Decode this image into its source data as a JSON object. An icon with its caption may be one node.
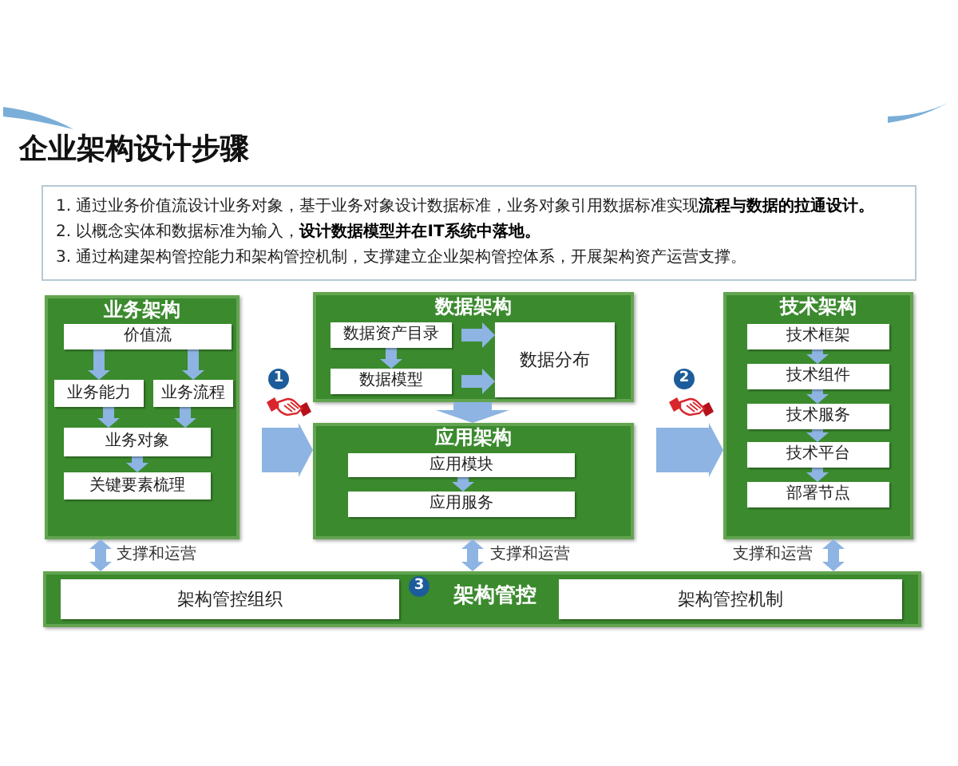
{
  "diagram": {
    "title": "企业架构设计步骤",
    "nodes": [
      {
        "text": [
          "1. 通过业务价值流设计业务对象，基于业务对象设计数据标准，业务对象引用数据标准实现**流程与数据的拉通设计。**",
          "2. 以概念实体和数据标准为输入，**设计数据模型并在IT系统中落地。**",
          "3. 通过构建架构管控能力和架构管控机制，支撑建立企业架构管控体系，开展架构资产运营支撑。"
        ]
      },
      {
        "text": [
          "业务架构"
        ]
      },
      {
        "text": [
          "价值流"
        ],
        "in": 1
      },
      {
        "text": [
          "业务能力"
        ],
        "in": 1
      },
      {
        "text": [
          "业务流程"
        ],
        "in": 1
      },
      {
        "text": [
          "业务对象"
        ],
        "in": 1
      },
      {
        "text": [
          "关键要素梳理"
        ],
        "in": 1
      },
      {
        "text": [
          "1"
        ]
      },
      {
        "text": [
          "数据架构"
        ]
      },
      {
        "text": [
          "数据资产目录"
        ],
        "in": 8
      },
      {
        "text": [
          "数据分布"
        ],
        "in": 8
      },
      {
        "text": [
          "数据模型"
        ],
        "in": 8
      },
      {
        "text": [
          "应用架构"
        ]
      },
      {
        "text": [
          "应用模块"
        ],
        "in": 12
      },
      {
        "text": [
          "应用服务"
        ],
        "in": 12
      },
      {
        "text": [
          "2"
        ]
      },
      {
        "text": [
          "技术架构"
        ]
      },
      {
        "text": [
          "技术框架"
        ],
        "in": 16
      },
      {
        "text": [
          "技术组件"
        ],
        "in": 16
      },
      {
        "text": [
          "技术服务"
        ],
        "in": 16
      },
      {
        "text": [
          "技术平台"
        ],
        "in": 16
      },
      {
        "text": [
          "部署节点"
        ],
        "in": 16
      },
      {
        "text": [
          "架构管控"
        ]
      },
      {
        "text": [
          "架构管控组织"
        ],
        "in": 22
      },
      {
        "text": [
          "3"
        ],
        "in": 22
      },
      {
        "text": [
          "架构管控机制"
        ],
        "in": 22
      }
    ],
    "edges": [
      {
        "from": 2,
        "to": 3,
        "arrow": "to"
      },
      {
        "from": 2,
        "to": 4,
        "arrow": "to"
      },
      {
        "from": 3,
        "to": 5,
        "arrow": "to"
      },
      {
        "from": 4,
        "to": 5,
        "arrow": "to"
      },
      {
        "from": 5,
        "to": 6,
        "arrow": "to"
      },
      {
        "from": 1,
        "to": 12,
        "arrow": "to"
      },
      {
        "from": 9,
        "to": 11,
        "arrow": "to"
      },
      {
        "from": 9,
        "to": 10,
        "arrow": "to"
      },
      {
        "from": 11,
        "to": 10,
        "arrow": "to"
      },
      {
        "from": 8,
        "to": 12,
        "arrow": "to"
      },
      {
        "from": 13,
        "to": 14,
        "arrow": "to"
      },
      {
        "from": 12,
        "to": 16,
        "arrow": "to"
      },
      {
        "from": 17,
        "to": 18,
        "arrow": "to"
      },
      {
        "from": 18,
        "to": 19,
        "arrow": "to"
      },
      {
        "from": 19,
        "to": 20,
        "arrow": "to"
      },
      {
        "from": 20,
        "to": 21,
        "arrow": "to"
      },
      {
        "from": 1,
        "to": 22,
        "arrow": "both",
        "label": "支撑和运营"
      },
      {
        "from": 12,
        "to": 22,
        "arrow": "both",
        "label": "支撑和运营"
      },
      {
        "from": 16,
        "to": 22,
        "arrow": "both",
        "label": "支撑和运营"
      }
    ]
  }
}
